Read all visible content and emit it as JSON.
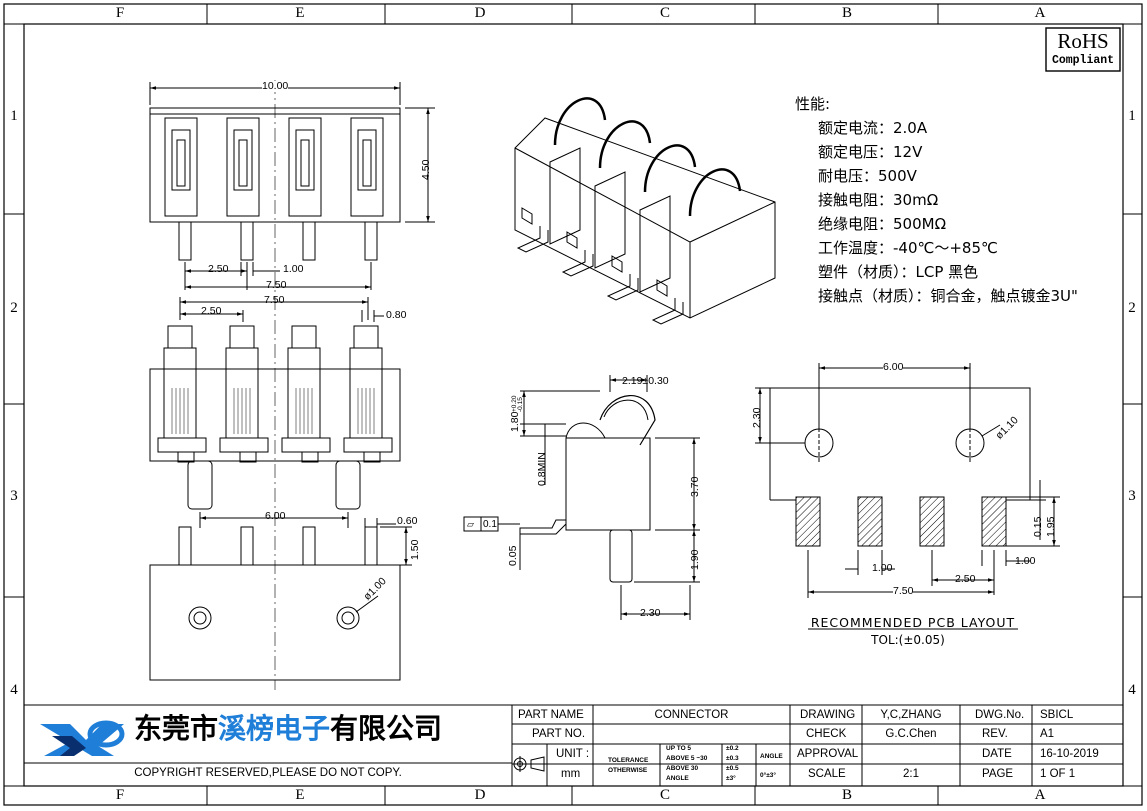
{
  "frame": {
    "columns_top": [
      "F",
      "E",
      "D",
      "C",
      "B",
      "A"
    ],
    "columns_bottom": [
      "F",
      "E",
      "D",
      "C",
      "B",
      "A"
    ],
    "rows_left": [
      "1",
      "2",
      "3",
      "4"
    ],
    "rows_right": [
      "1",
      "2",
      "3",
      "4"
    ]
  },
  "rohs": {
    "line1": "RoHS",
    "line2": "Compliant"
  },
  "specs": {
    "heading": "性能:",
    "items": [
      "额定电流：2.0A",
      "额定电压：12V",
      "耐电压：500V",
      "接触电阻：30mΩ",
      "绝缘电阻：500MΩ",
      "工作温度：-40℃～+85℃",
      "塑件（材质）：LCP 黑色",
      "接触点（材质）：铜合金，触点镀金3U\""
    ]
  },
  "dims": {
    "top_width": "10.00",
    "top_height": "4.50",
    "top_pitch": "2.50",
    "top_pin": "1.00",
    "top_span": "7.50",
    "mid_span": "7.50",
    "mid_pitch": "2.50",
    "mid_tip": "0.80",
    "bot_spacing": "6.00",
    "bot_pin_width": "0.60",
    "bot_pin_len": "1.50",
    "bot_hole": "ø1.00",
    "side_top": "2.19±0.30",
    "side_tol_base": "1.80",
    "side_tol_plus": "+0.20",
    "side_tol_minus": "-0.15",
    "side_min": "0.8MIN",
    "side_height": "3.70",
    "side_post": "1.90",
    "side_post_w": "2.30",
    "side_flat_sym": "⏥",
    "side_flat": "0.1",
    "side_gap": "0.05",
    "pcb_spacing": "6.00",
    "pcb_height": "2.30",
    "pcb_hole": "ø1.10",
    "pcb_pad_off": "0.15",
    "pcb_pad_len": "1.95",
    "pcb_pad_w": "1.00",
    "pcb_pitch": "2.50",
    "pcb_pad_w2": "1.00",
    "pcb_span": "7.50"
  },
  "pcb_caption": {
    "title": "RECOMMENDED PCB LAYOUT",
    "tol": "TOL:(±0.05)"
  },
  "company": {
    "name_a": "东莞市",
    "name_b": "溪榜电子",
    "name_c": "有限公司",
    "copyright": "COPYRIGHT RESERVED,PLEASE DO NOT COPY."
  },
  "title_block": {
    "part_name_label": "PART NAME",
    "part_name": "CONNECTOR",
    "part_no_label": "PART NO.",
    "part_no": "",
    "unit_label": "UNIT :",
    "unit": "mm",
    "tolerance_label": "TOLERANCE",
    "otherwise_label": "OTHERWISE",
    "tol_r1": "UP TO 5",
    "tol_r1v": "±0.2",
    "tol_r2": "ABOVE 5 ~30",
    "tol_r2v": "±0.3",
    "tol_r3": "ABOVE 30",
    "tol_r3v": "±0.5",
    "tol_r4": "ANGLE",
    "tol_r4v": "±3°",
    "angle_label": "ANGLE",
    "angle_val": "0°±3°",
    "drawing_label": "DRAWING",
    "drawing": "Y,C,ZHANG",
    "check_label": "CHECK",
    "check": "G.C.Chen",
    "approval_label": "APPROVAL",
    "approval": "",
    "scale_label": "SCALE",
    "scale": "2:1",
    "dwg_label": "DWG.No.",
    "dwg": "SBICL",
    "rev_label": "REV.",
    "rev": "A1",
    "date_label": "DATE",
    "date": "16-10-2019",
    "page_label": "PAGE",
    "page": "1 OF 1"
  },
  "colors": {
    "brand_blue": "#1f7fd8",
    "line": "#000000",
    "hatch": "#000000"
  }
}
